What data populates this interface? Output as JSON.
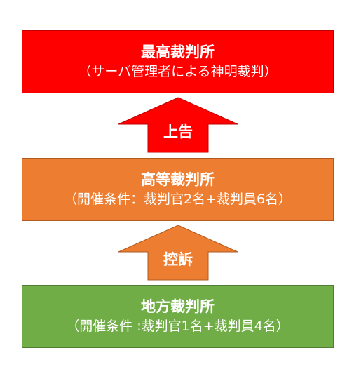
{
  "colors": {
    "supreme": "#ff0000",
    "supreme_border": "#c00000",
    "high": "#ed7d31",
    "high_border": "#ae5a21",
    "district": "#70ad47",
    "district_border": "#507e32",
    "text": "#ffffff"
  },
  "courts": {
    "supreme": {
      "title": "最高裁判所",
      "subtitle": "（サーバ管理者による神明裁判）"
    },
    "high": {
      "title": "高等裁判所",
      "subtitle": "（開催条件：裁判官2名+裁判員6名）"
    },
    "district": {
      "title": "地方裁判所",
      "subtitle": "（開催条件 :裁判官1名+裁判員4名）"
    }
  },
  "arrows": {
    "upper": {
      "label": "上告"
    },
    "lower": {
      "label": "控訴"
    }
  }
}
